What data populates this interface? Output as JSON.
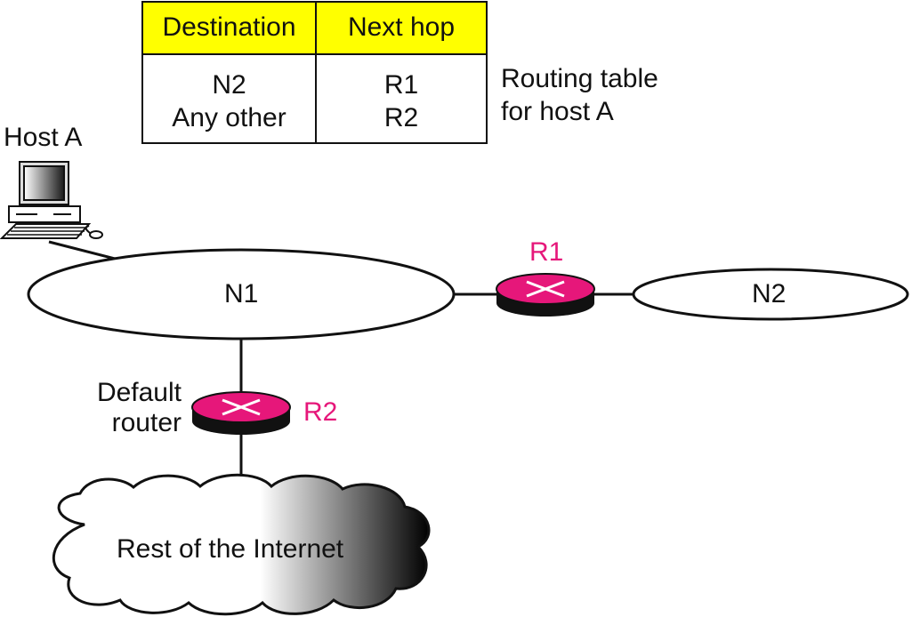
{
  "routing_table": {
    "headers": [
      "Destination",
      "Next hop"
    ],
    "rows": [
      [
        "N2",
        "R1"
      ],
      [
        "Any other",
        "R2"
      ]
    ],
    "caption_line1": "Routing table",
    "caption_line2": "for host A"
  },
  "labels": {
    "host": "Host A",
    "network_n1": "N1",
    "network_n2": "N2",
    "router_r1": "R1",
    "router_r2": "R2",
    "default_router_line1": "Default",
    "default_router_line2": "router",
    "internet": "Rest of the Internet"
  },
  "colors": {
    "table_header": "#ffff00",
    "router": "#e6177a",
    "router_label": "#e6177a"
  }
}
